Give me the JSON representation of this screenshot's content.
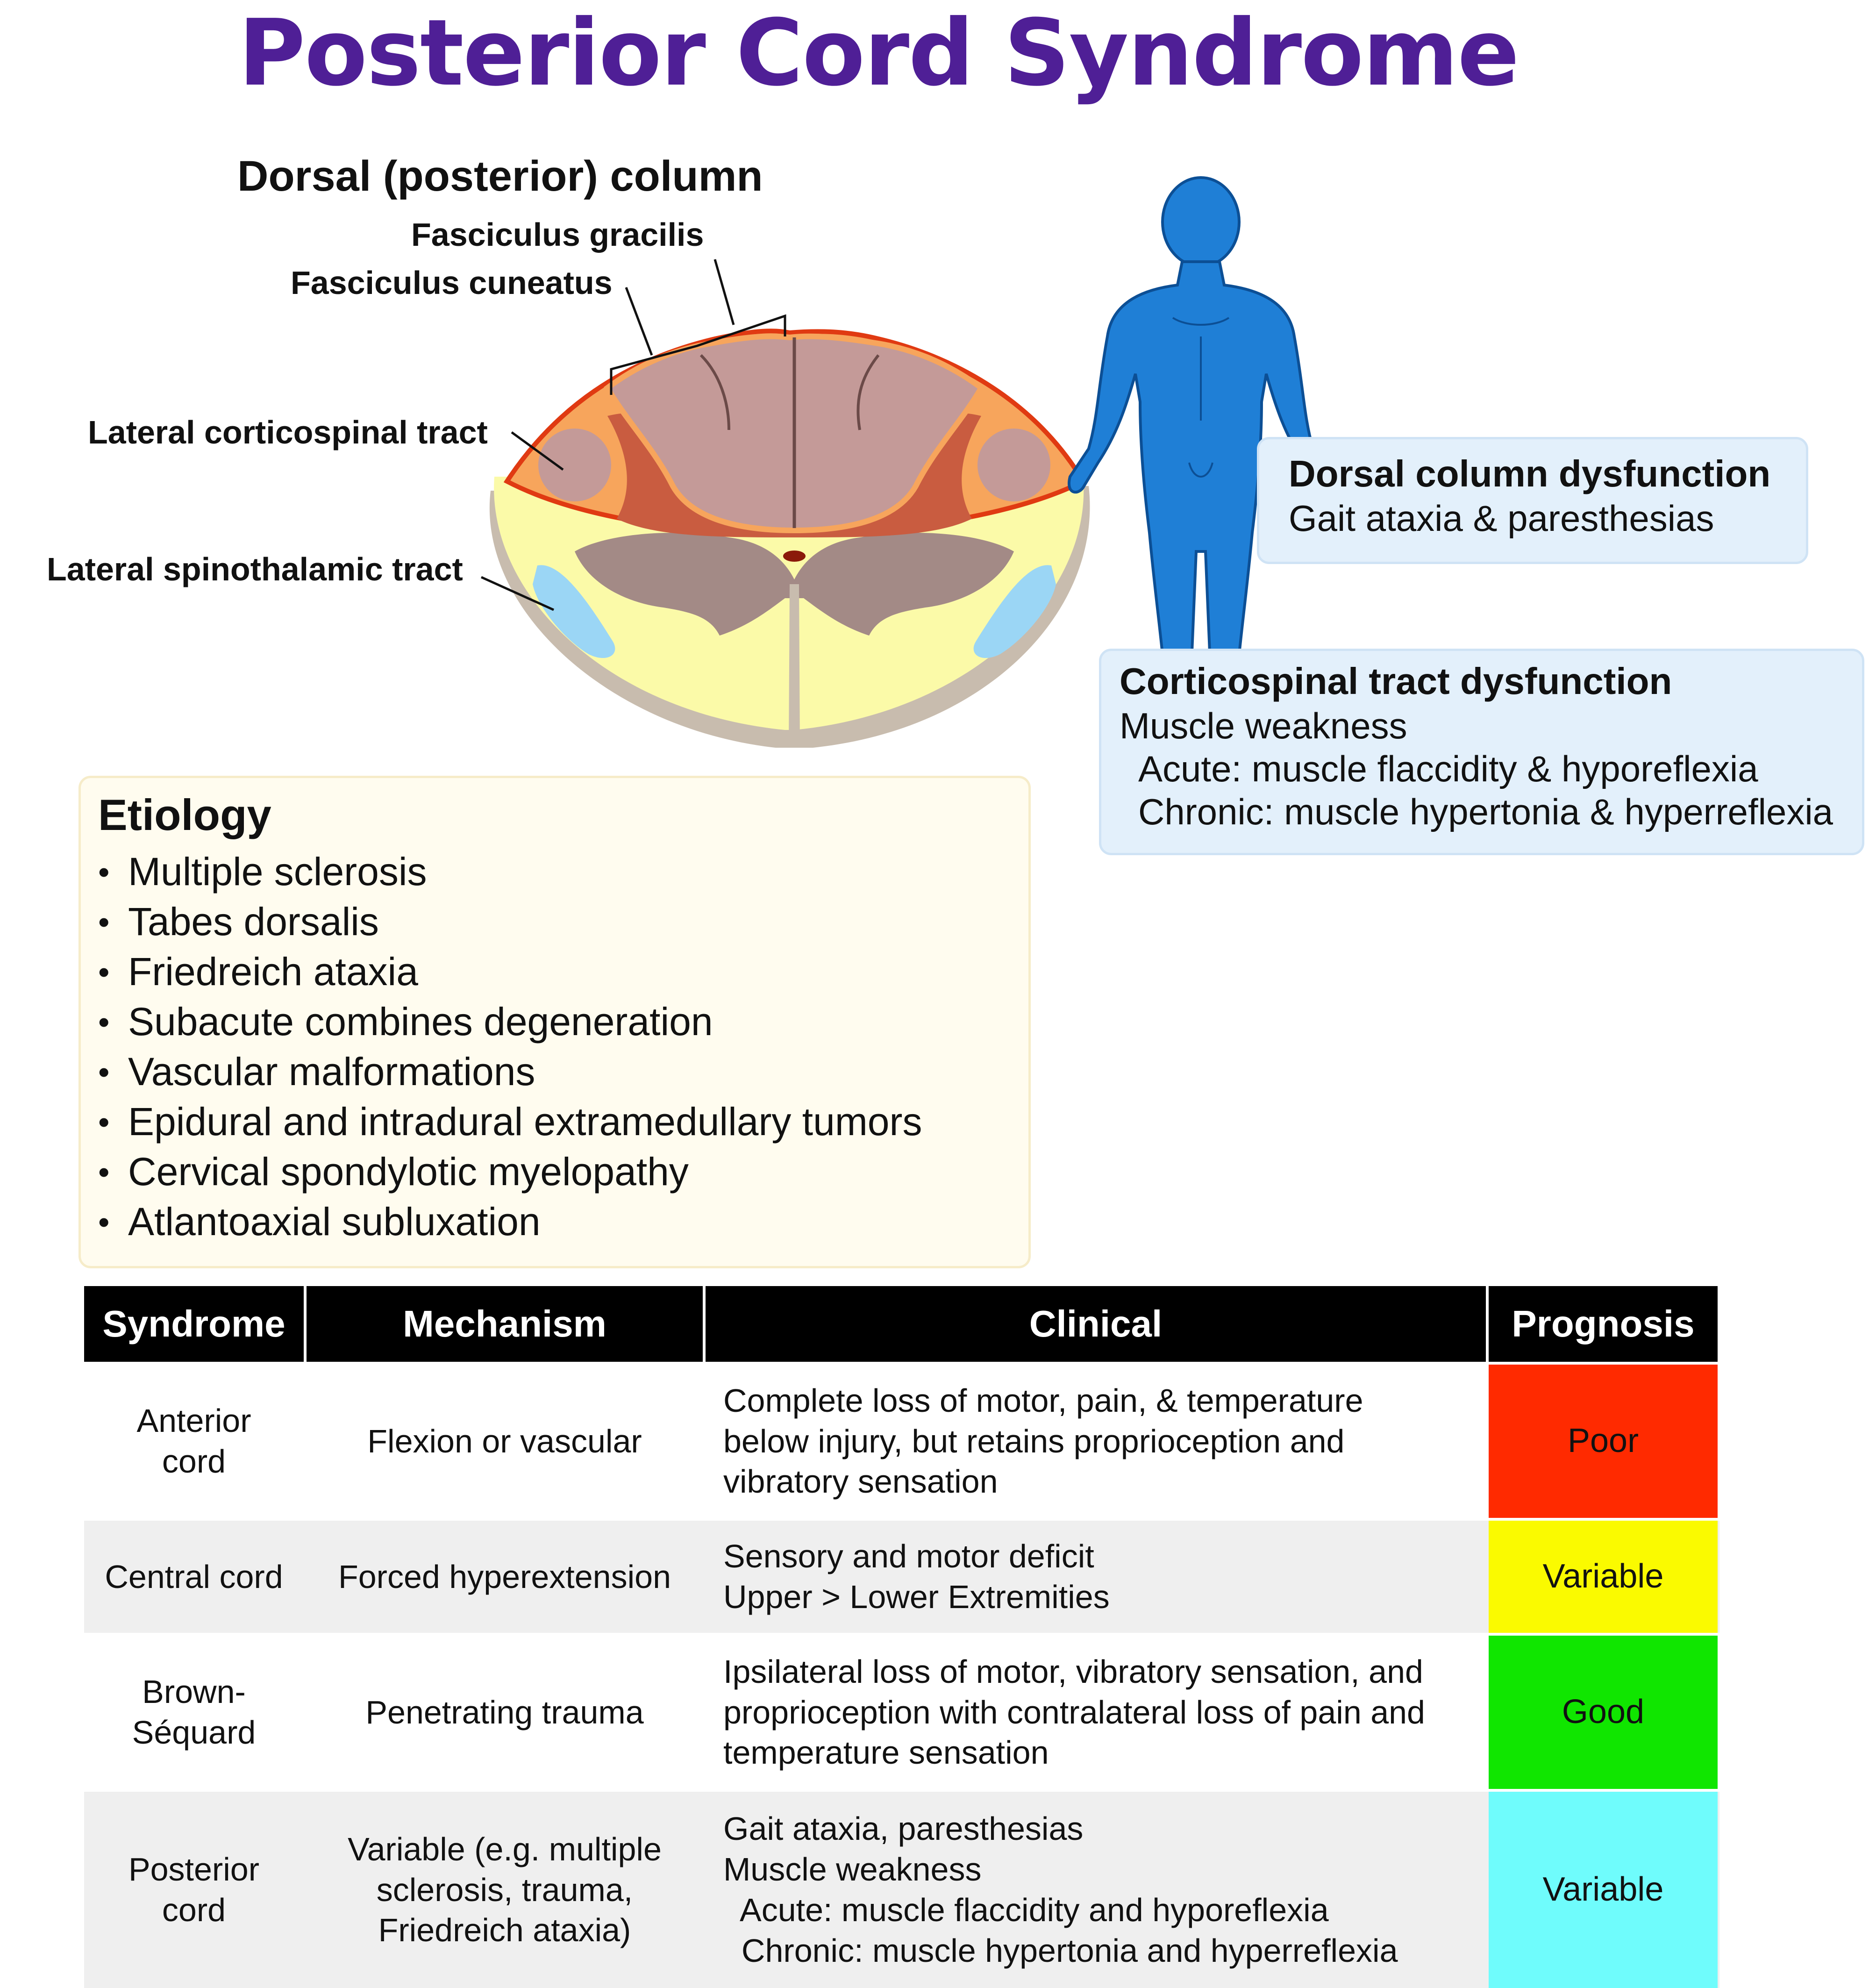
{
  "title": "Posterior Cord Syndrome",
  "diagram": {
    "heading": "Dorsal (posterior) column",
    "labels": {
      "gracilis": "Fasciculus gracilis",
      "cuneatus": "Fasciculus cuneatus",
      "lateral_corticospinal": "Lateral corticospinal tract",
      "lateral_spinothalamic": "Lateral spinothalamic tract"
    },
    "colors": {
      "affected_region": "#f7a55c",
      "affected_outline": "#e03a12",
      "gray_matter_affected": "#c95c40",
      "dorsal_columns": "#c49a98",
      "gray_matter": "#a38a86",
      "white_matter": "#fbfaa8",
      "spinothalamic": "#9bd6f5",
      "body_figure": "#1f7fd6"
    }
  },
  "info_boxes": {
    "dorsal": {
      "title": "Dorsal column dysfunction",
      "text": "Gait ataxia & paresthesias"
    },
    "corticospinal": {
      "title": "Corticospinal tract dysfunction",
      "line1": "Muscle weakness",
      "line2": "Acute: muscle flaccidity & hyporeflexia",
      "line3": "Chronic: muscle hypertonia & hyperreflexia"
    }
  },
  "etiology": {
    "title": "Etiology",
    "bullet": "•",
    "items": [
      "Multiple sclerosis",
      "Tabes dorsalis",
      "Friedreich ataxia",
      "Subacute combines degeneration",
      "Vascular malformations",
      "Epidural and intradural extramedullary tumors",
      "Cervical spondylotic myelopathy",
      "Atlantoaxial subluxation"
    ]
  },
  "table": {
    "headers": [
      "Syndrome",
      "Mechanism",
      "Clinical",
      "Prognosis"
    ],
    "rows": [
      {
        "syndrome": [
          "Anterior",
          "cord"
        ],
        "mechanism": [
          "Flexion or vascular"
        ],
        "clinical": [
          "Complete loss of motor, pain, & temperature",
          "below injury, but retains proprioception and",
          "vibratory sensation"
        ],
        "prognosis": "Poor",
        "prognosis_color": "#ff2a00"
      },
      {
        "syndrome": [
          "Central cord"
        ],
        "mechanism": [
          "Forced hyperextension"
        ],
        "clinical": [
          "Sensory and motor deficit",
          "Upper > Lower Extremities"
        ],
        "prognosis": "Variable",
        "prognosis_color": "#fafa00"
      },
      {
        "syndrome": [
          "Brown-",
          "Séquard"
        ],
        "mechanism": [
          "Penetrating trauma"
        ],
        "clinical": [
          "Ipsilateral loss of motor, vibratory sensation, and",
          "proprioception with contralateral loss of pain and",
          "temperature sensation"
        ],
        "prognosis": "Good",
        "prognosis_color": "#10e600"
      },
      {
        "syndrome": [
          "Posterior",
          "cord"
        ],
        "mechanism": [
          "Variable (e.g. multiple",
          "sclerosis, trauma,",
          "Friedreich ataxia)"
        ],
        "clinical": [
          "Gait ataxia, paresthesias",
          "Muscle weakness",
          "  Acute: muscle flaccidity and hyporeflexia",
          "  Chronic: muscle hypertonia and hyperreflexia"
        ],
        "prognosis": "Variable",
        "prognosis_color": "#6ffcfc"
      }
    ]
  }
}
